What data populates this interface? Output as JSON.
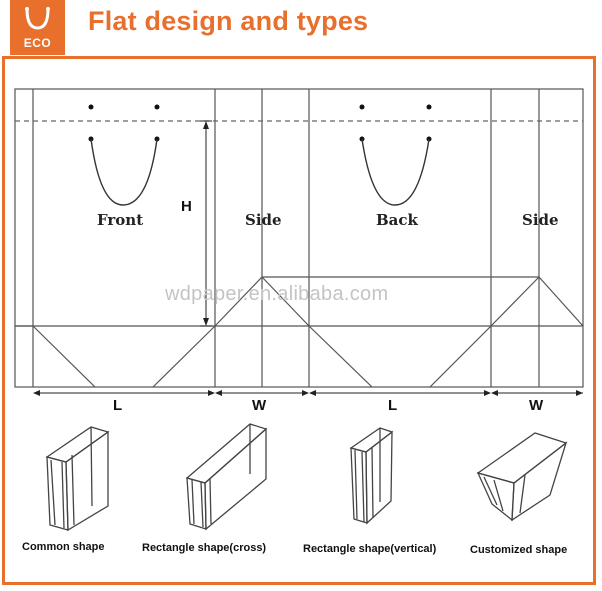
{
  "header": {
    "logo_text": "ECO",
    "title": "Flat design and types"
  },
  "diagram": {
    "panels": [
      "Front",
      "Side",
      "Back",
      "Side"
    ],
    "height_label": "H",
    "dimension_labels": [
      "L",
      "W",
      "L",
      "W"
    ],
    "watermark": "wdpaper.en.alibaba.com"
  },
  "shapes": [
    {
      "caption": "Common shape",
      "icon": "common-bag-icon"
    },
    {
      "caption": "Rectangle shape(cross)",
      "icon": "cross-bag-icon"
    },
    {
      "caption": "Rectangle shape(vertical)",
      "icon": "vertical-bag-icon"
    },
    {
      "caption": "Customized shape",
      "icon": "customized-bag-icon"
    }
  ],
  "colors": {
    "accent": "#e86f2c",
    "line": "#555555"
  }
}
